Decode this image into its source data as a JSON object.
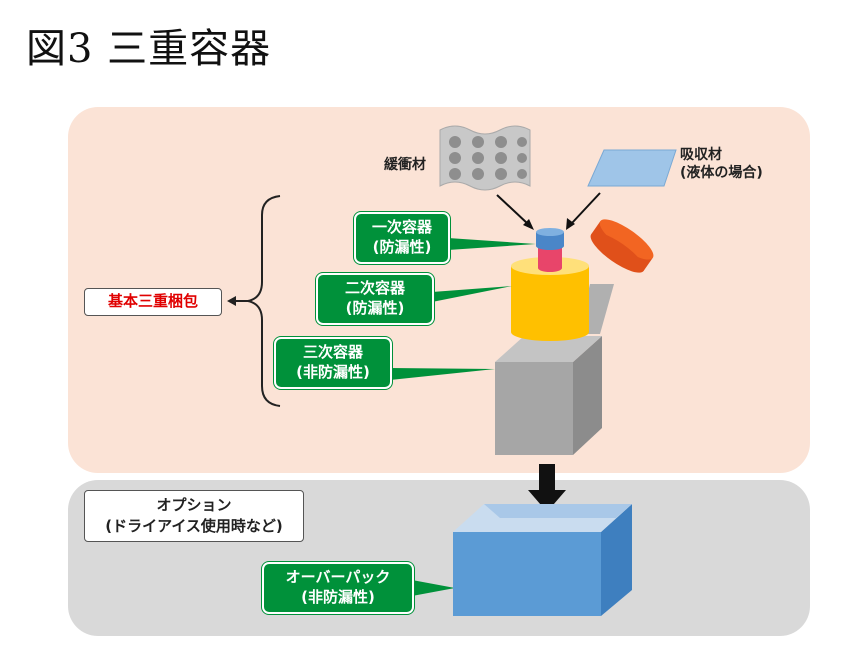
{
  "title": "図3 三重容器",
  "labels": {
    "cushioning": "緩衝材",
    "absorbent_1": "吸収材",
    "absorbent_2": "(液体の場合)",
    "basic": "基本三重梱包",
    "primary_1": "一次容器",
    "primary_2": "(防漏性)",
    "secondary_1": "二次容器",
    "secondary_2": "(防漏性)",
    "tertiary_1": "三次容器",
    "tertiary_2": "(非防漏性)",
    "option_1": "オプション",
    "option_2": "(ドライアイス使用時など)",
    "overpack_1": "オーバーパック",
    "overpack_2": "(非防漏性)"
  },
  "colors": {
    "top_panel": "#fbe3d6",
    "bottom_panel": "#d9d9d9",
    "label_green": "#00913a",
    "basic_text": "#e00000",
    "secondary_container": "#ffc000",
    "lid": "#f26522",
    "primary_cap": "#4a86c8",
    "primary_body": "#e8456a",
    "tertiary_box": "#a6a6a6",
    "overpack_box": "#5b9bd5"
  }
}
